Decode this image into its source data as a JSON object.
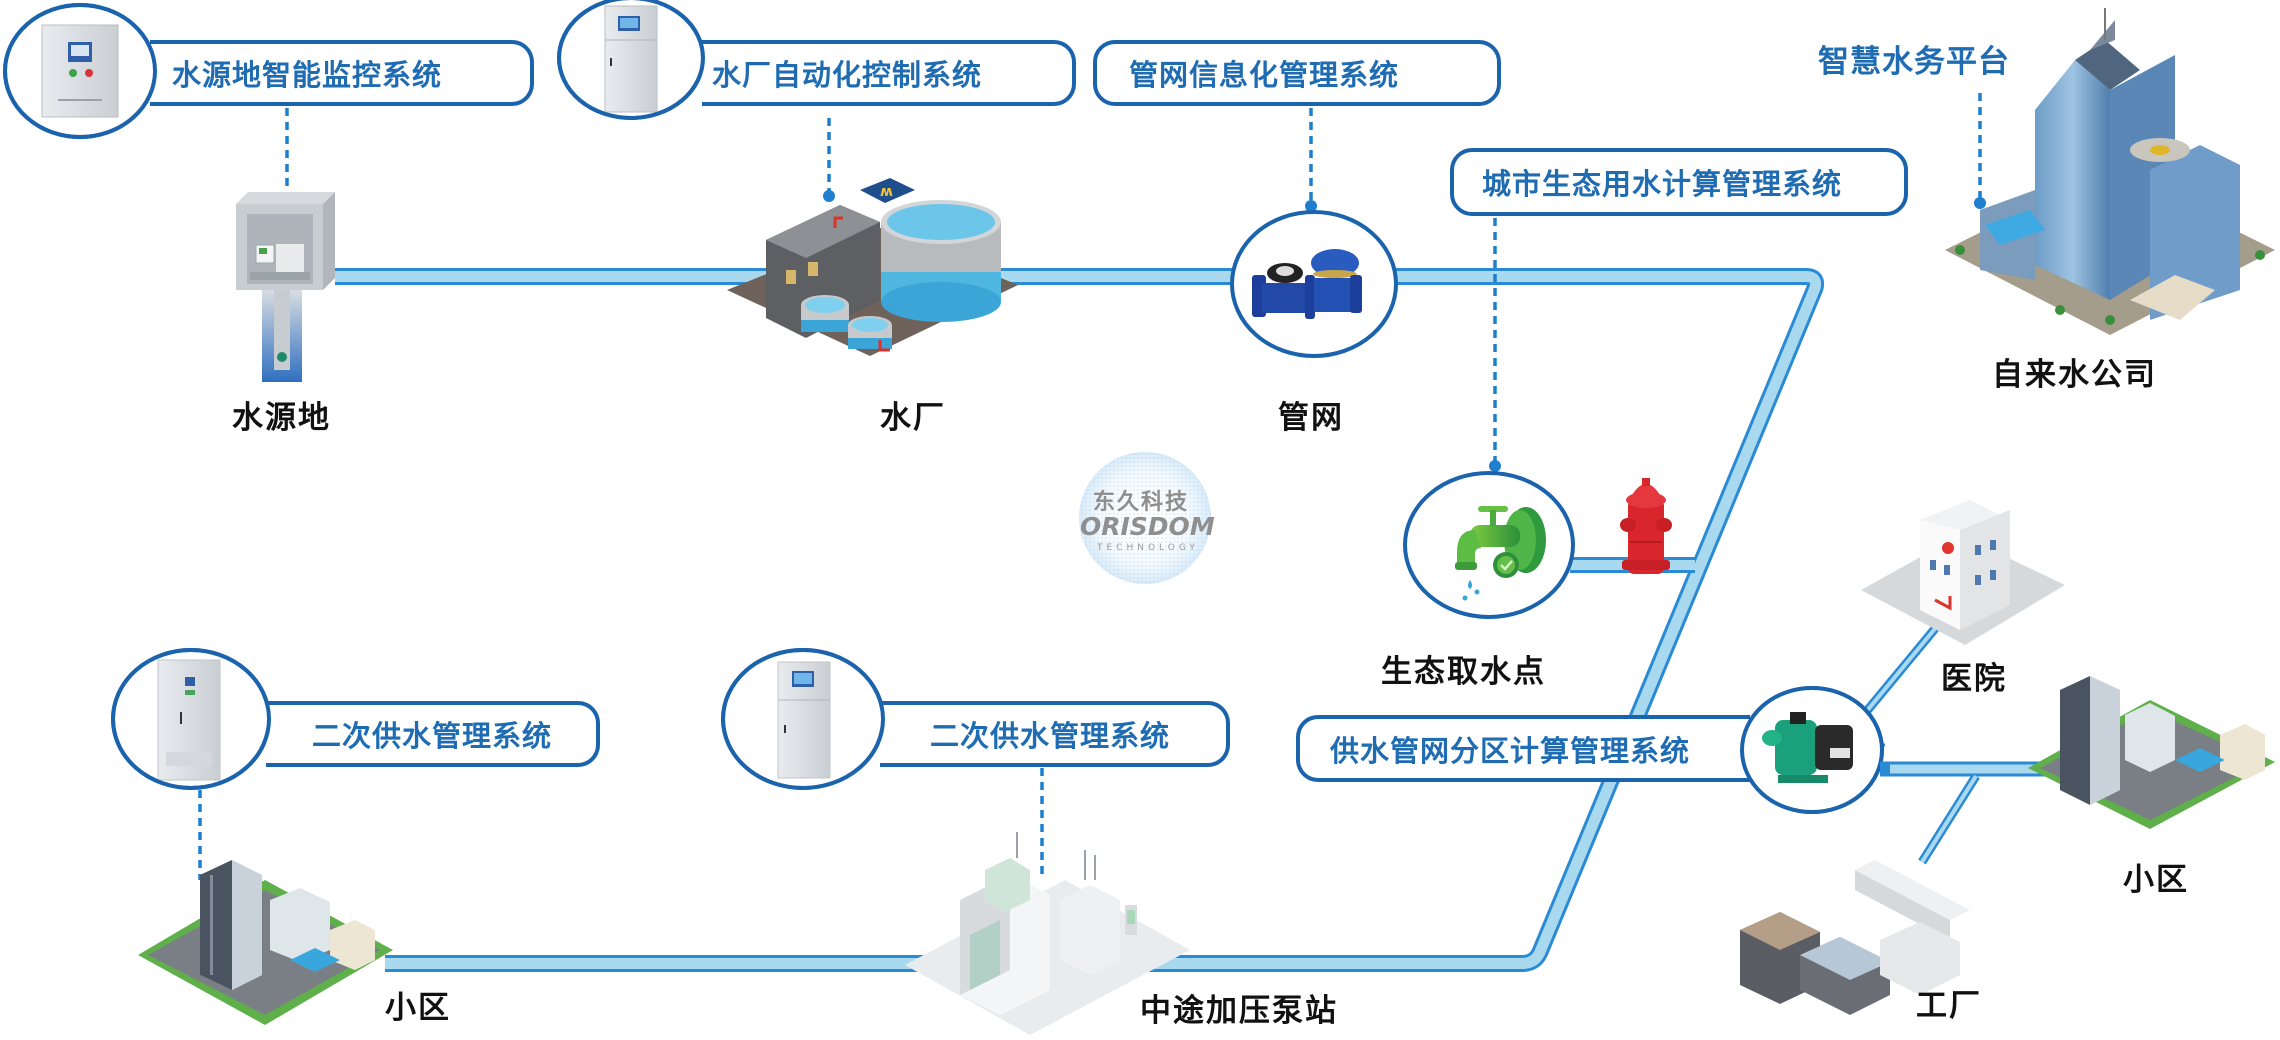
{
  "title": "智慧水务系统架构图",
  "colors": {
    "pipe_border": "#2a8ad6",
    "pipe_fill": "#a9d9ee",
    "label_border": "#1b64ad",
    "label_text": "#1f6cb3",
    "node_text": "#111111",
    "dashed_line": "#1f7fcf"
  },
  "system_labels": {
    "water_source_monitor": "水源地智能监控系统",
    "plant_automation": "水厂自动化控制系统",
    "pipe_network_info": "管网信息化管理系统",
    "urban_eco_water": "城市生态用水计算管理系统",
    "secondary_supply_left": "二次供水管理系统",
    "secondary_supply_mid": "二次供水管理系统",
    "zone_metering": "供水管网分区计算管理系统"
  },
  "platform": {
    "label": "智慧水务平台"
  },
  "nodes": {
    "water_source": "水源地",
    "water_plant": "水厂",
    "pipe_network": "管网",
    "water_company": "自来水公司",
    "eco_intake": "生态取水点",
    "community_left": "小区",
    "booster_station": "中途加压泵站",
    "hospital": "医院",
    "community_right": "小区",
    "factory": "工厂"
  },
  "icons": {
    "monitor_cabinet": "control-cabinet-icon",
    "analyzer_cabinet": "analyzer-cabinet-icon",
    "well": "well-pump-icon",
    "plant": "water-plant-icon",
    "meter": "water-meter-icon",
    "faucet": "eco-faucet-icon",
    "hydrant": "fire-hydrant-icon",
    "tower": "office-tower-icon",
    "community": "residential-community-icon",
    "station": "booster-station-icon",
    "pump": "booster-pump-icon",
    "hospital": "hospital-building-icon",
    "factory": "factory-icon"
  },
  "watermark": {
    "cn": "东久科技",
    "en": "ORISDOM",
    "sub": "TECHNOLOGY"
  }
}
